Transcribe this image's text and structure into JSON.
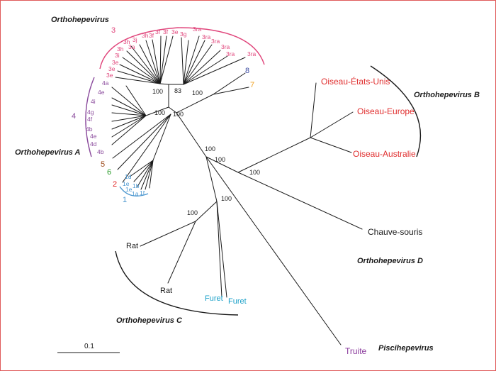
{
  "genera": {
    "a": "Orthohepevirus A",
    "b": "Orthohepevirus B",
    "c": "Orthohepevirus C",
    "d": "Orthohepevirus D",
    "top": "Orthohepevirus",
    "pisci": "Piscihepevirus"
  },
  "genotype_numbers": {
    "g1": "1",
    "g2": "2",
    "g3": "3",
    "g4": "4",
    "g5": "5",
    "g6": "6",
    "g7": "7",
    "g8": "8"
  },
  "genotype3_tips": [
    "3e",
    "3e",
    "3e",
    "3i",
    "3h",
    "3h",
    "3a",
    "3j",
    "3h",
    "3f",
    "3f",
    "3f",
    "3e",
    "3g",
    "3ra",
    "3ra",
    "3ra",
    "3ra",
    "3ra",
    "3ra"
  ],
  "genotype4_tips": [
    "4a",
    "4e",
    "4i",
    "4g",
    "4f",
    "4b",
    "4e",
    "4d",
    "4b"
  ],
  "genotype1_tips": [
    "1d",
    "1e",
    "1e",
    "1b",
    "1a",
    "1f"
  ],
  "leaves": {
    "bird_us": "Oiseau-États-Unis",
    "bird_eu": "Oiseau-Europe",
    "bird_au": "Oiseau-Australie",
    "bat": "Chauve-souris",
    "rat1": "Rat",
    "rat2": "Rat",
    "ferret1": "Furet",
    "ferret2": "Furet",
    "trout": "Truite"
  },
  "bootstrap": {
    "b1": "100",
    "b2": "83",
    "b3": "100",
    "b4": "100",
    "b5": "100",
    "b6": "100",
    "b7": "100",
    "b8": "100",
    "b9": "100",
    "b10": "100"
  },
  "scale": {
    "label": "0.1"
  },
  "colors": {
    "g3": "#e0457b",
    "g4": "#8a4a9c",
    "g1": "#4a96cf",
    "g2": "#e02020",
    "g5": "#9c4a1a",
    "g6": "#2a9c2a",
    "g7": "#f0a020",
    "g8": "#3a4aa0",
    "bird": "#e02e2e",
    "ferret": "#1aa0c8",
    "trout": "#8a3a9c",
    "frame": "#e05a5a"
  }
}
